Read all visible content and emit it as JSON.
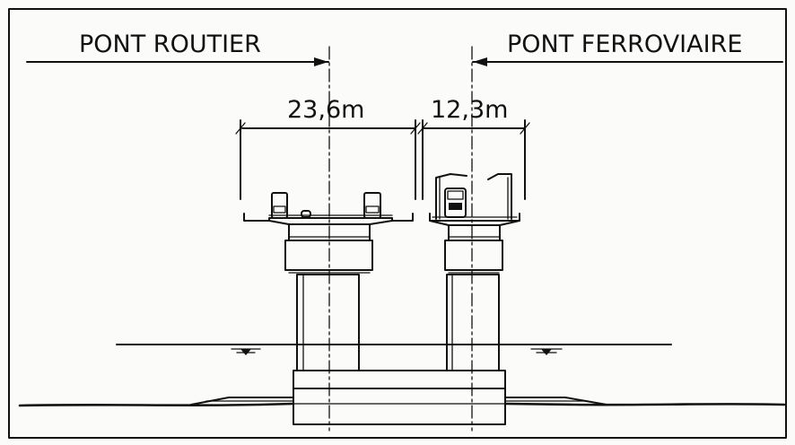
{
  "labels": {
    "road_bridge": "PONT ROUTIER",
    "rail_bridge": "PONT FERROVIAIRE",
    "road_width": "23,6m",
    "rail_width": "12,3m"
  },
  "colors": {
    "ink": "#111111",
    "paper": "#fbfbf9"
  }
}
